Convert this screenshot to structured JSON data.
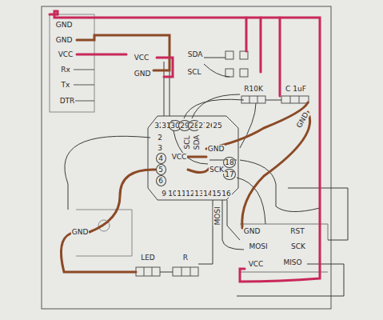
{
  "diagram": {
    "labels": [
      "GND",
      "GND",
      "VCC",
      "Rx",
      "Tx",
      "DTR",
      "VCC",
      "GND",
      "SDA",
      "SCL",
      "R10K",
      "C 1uF",
      "GND",
      "32",
      "31",
      "30",
      "29",
      "28",
      "27",
      "26",
      "25",
      "2",
      "3",
      "4",
      "5",
      "6",
      "9",
      "10",
      "11",
      "12",
      "13",
      "14",
      "15",
      "16",
      "18",
      "17",
      "SCL",
      "SDA",
      "GND",
      "VCC",
      "SCK",
      "GND",
      "LED",
      "R",
      "MOSI",
      "GND",
      "RST",
      "MOSI",
      "SCK",
      "VCC",
      "MISO"
    ]
  }
}
